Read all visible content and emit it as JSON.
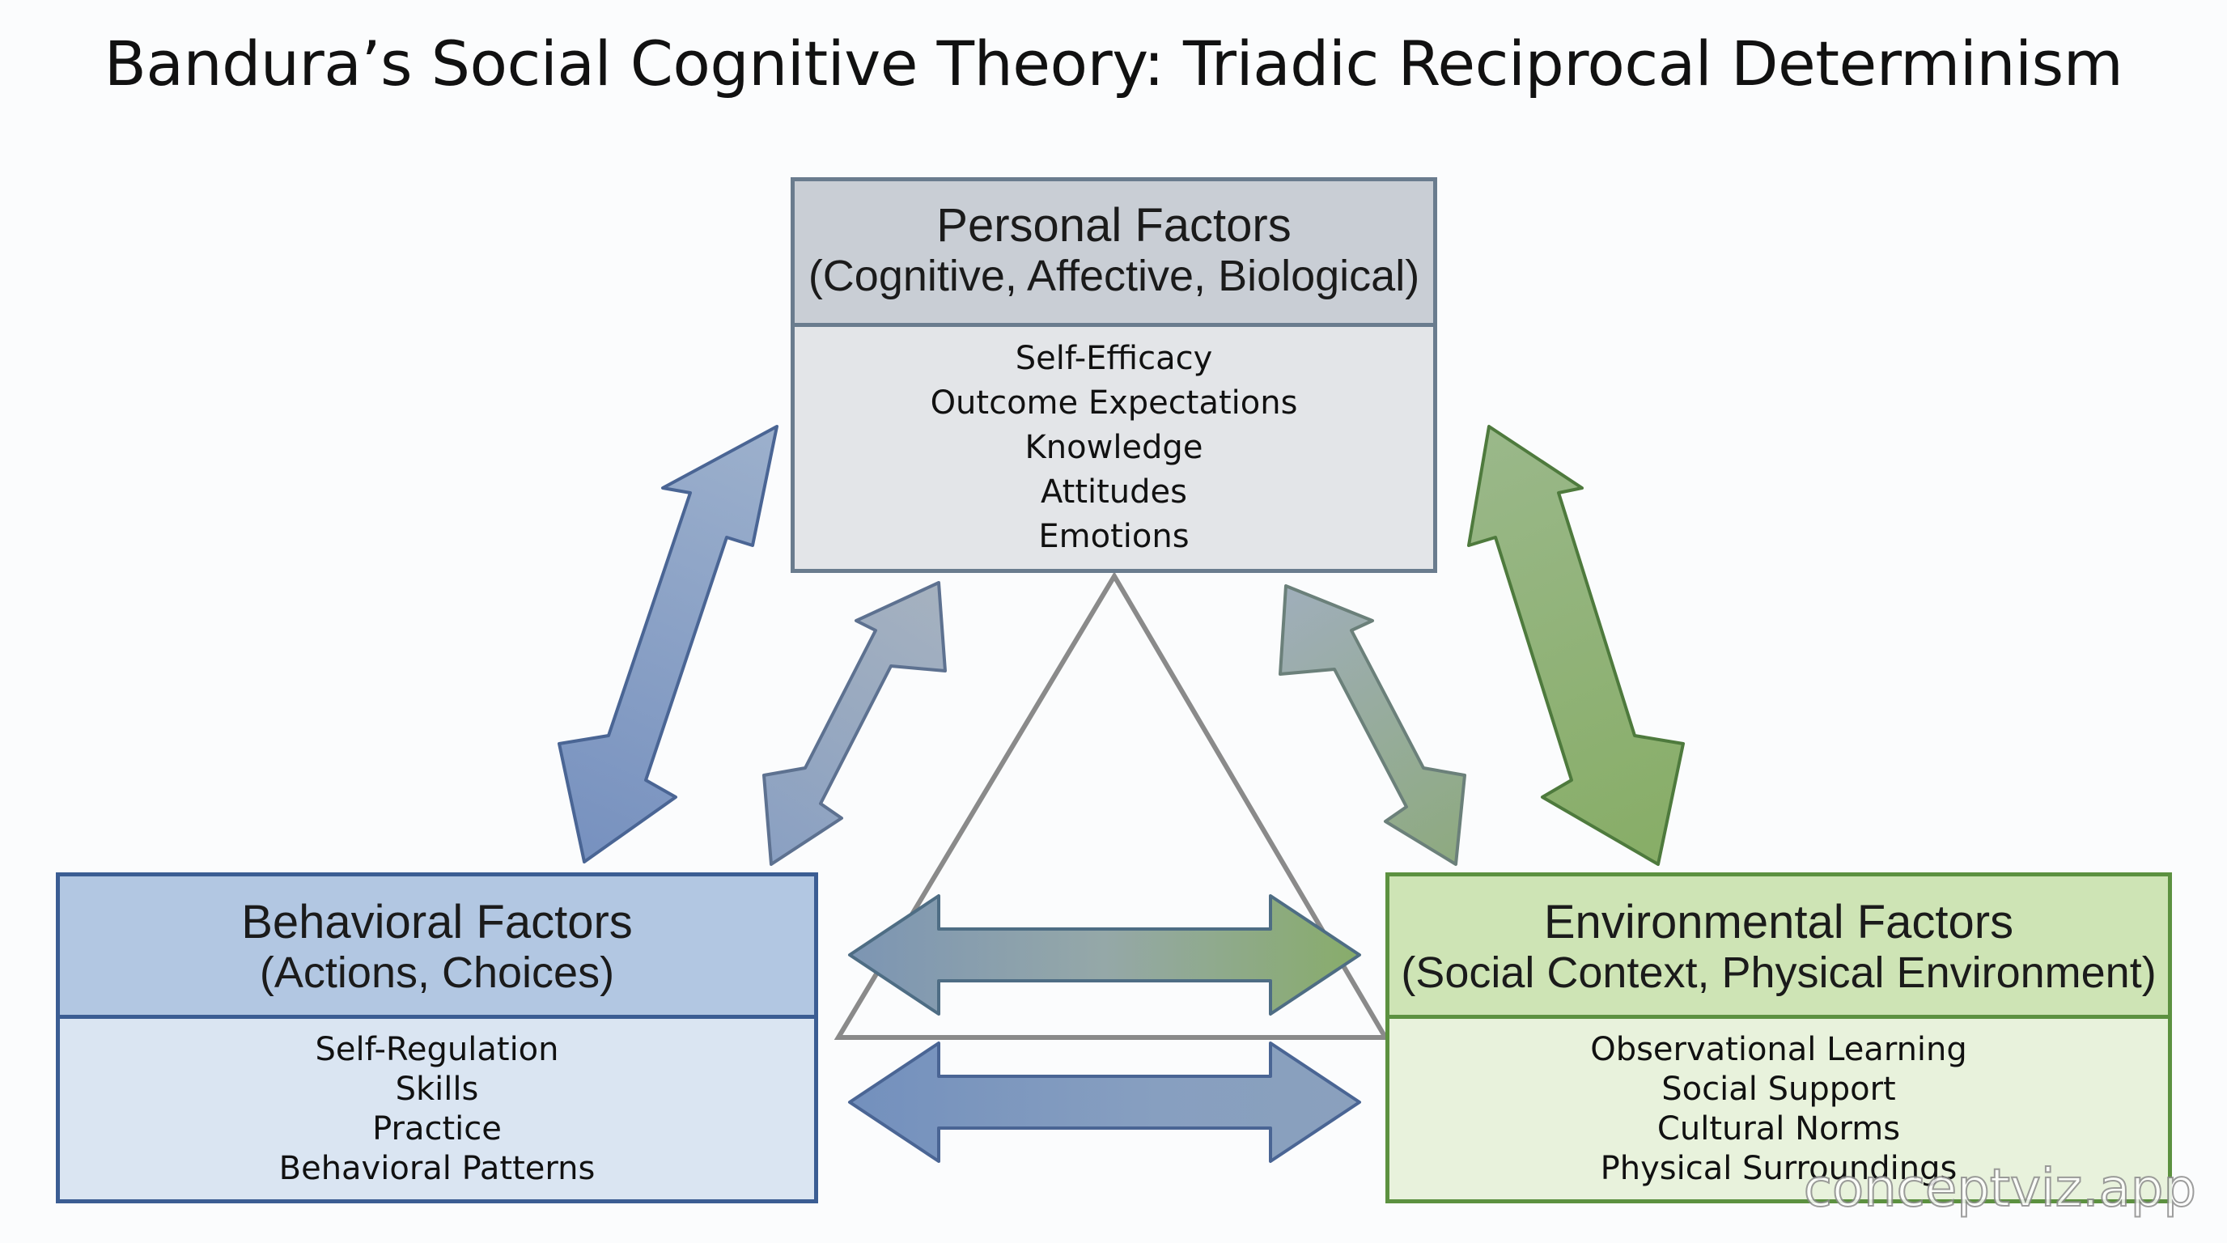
{
  "title": "Bandura’s Social Cognitive Theory: Triadic Reciprocal Determinism",
  "personal": {
    "heading": "Personal Factors",
    "subheading": "(Cognitive, Affective, Biological)",
    "items": [
      "Self-Efficacy",
      "Outcome Expectations",
      "Knowledge",
      "Attitudes",
      "Emotions"
    ]
  },
  "behavioral": {
    "heading": "Behavioral Factors",
    "subheading": "(Actions, Choices)",
    "items": [
      "Self-Regulation",
      "Skills",
      "Practice",
      "Behavioral Patterns"
    ]
  },
  "environmental": {
    "heading": "Environmental Factors",
    "subheading": "(Social Context, Physical Environment)",
    "items": [
      "Observational Learning",
      "Social Support",
      "Cultural Norms",
      "Physical Surroundings"
    ]
  },
  "colors": {
    "behavioral_blue": "#7f9cc4",
    "personal_gray": "#9aa8b2",
    "environmental_green": "#8fb26e"
  },
  "watermark": "conceptviz.app"
}
